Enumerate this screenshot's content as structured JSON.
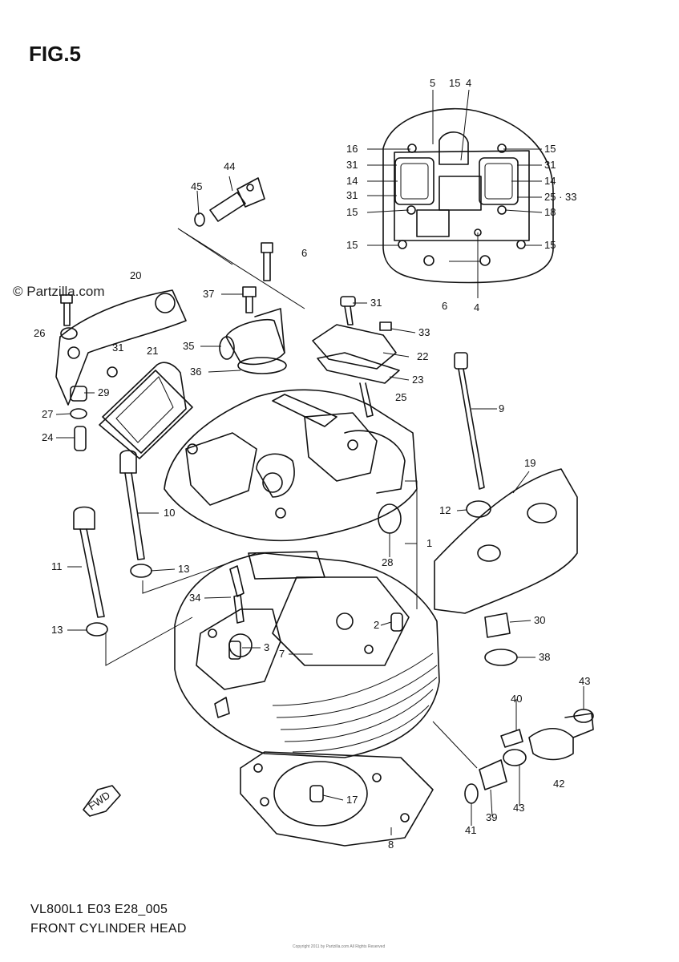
{
  "figure": {
    "title": "FIG.5",
    "watermark": "© Partzilla.com",
    "code": "VL800L1 E03 E28_005",
    "name": "FRONT CYLINDER HEAD",
    "fine_print": "Copyright 2011 by Partzilla.com All Rights Reserved"
  },
  "fwd_badge": "FWD",
  "callouts": [
    "5",
    "15",
    "4",
    "16",
    "15",
    "31",
    "31",
    "14",
    "14",
    "31",
    "25 · 33",
    "15",
    "18",
    "15",
    "15",
    "6",
    "4",
    "44",
    "45",
    "6",
    "20",
    "26",
    "31",
    "37",
    "31",
    "33",
    "22",
    "21",
    "35",
    "36",
    "23",
    "25",
    "29",
    "27",
    "24",
    "9",
    "19",
    "12",
    "10",
    "1",
    "28",
    "13",
    "11",
    "34",
    "2",
    "3",
    "7",
    "30",
    "13",
    "38",
    "43",
    "40",
    "42",
    "43",
    "41",
    "39",
    "17",
    "8"
  ]
}
